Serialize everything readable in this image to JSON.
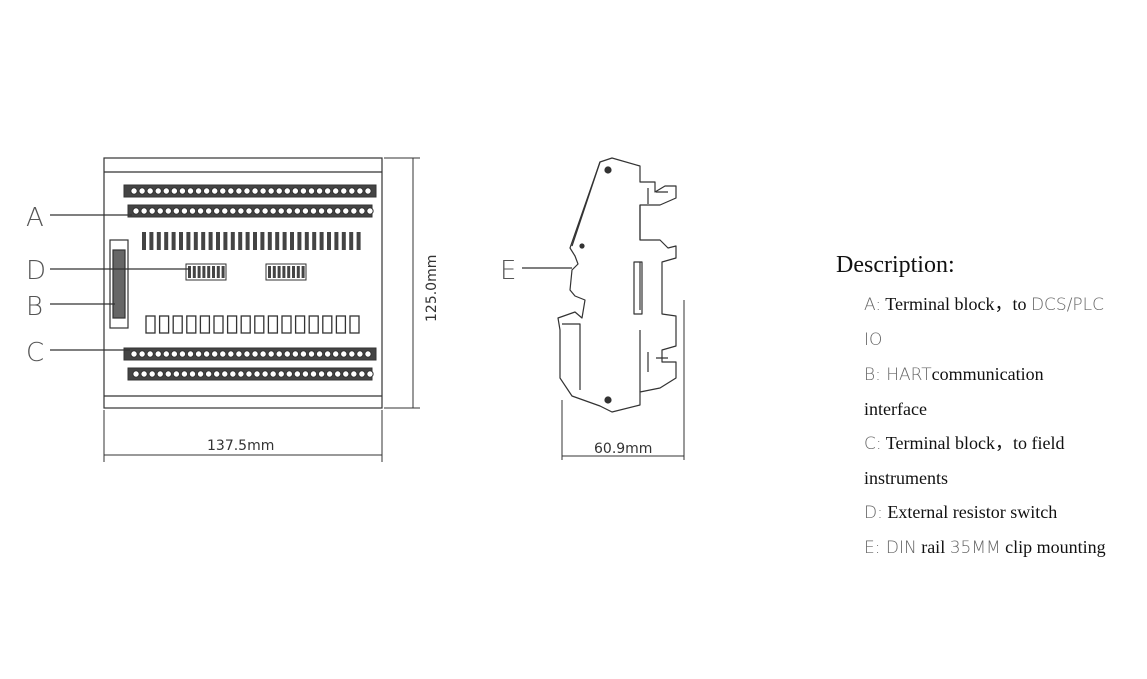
{
  "callouts": {
    "a": "A",
    "d": "D",
    "b": "B",
    "c": "C",
    "e": "E"
  },
  "dimensions": {
    "front_width": "137.5mm",
    "front_height": "125.0mm",
    "side_depth": "60.9mm"
  },
  "description": {
    "title": "Description:",
    "line1_prefix": "A:",
    "line1_text": " Terminal block，to ",
    "line1_suffix": "DCS/PLC",
    "line2": "IO",
    "line3_prefix": "B: HART",
    "line3_text": "communication",
    "line4": "interface",
    "line5_prefix": "C:",
    "line5_text": " Terminal block，to field",
    "line6": "instruments",
    "line7_prefix": "D:",
    "line7_text": " External resistor switch",
    "line8_prefix": "E: DIN",
    "line8_text": " rail ",
    "line8_mid": "35MM",
    "line8_end": " clip mounting"
  },
  "colors": {
    "line": "#333333",
    "terminal_fill": "#444444"
  }
}
